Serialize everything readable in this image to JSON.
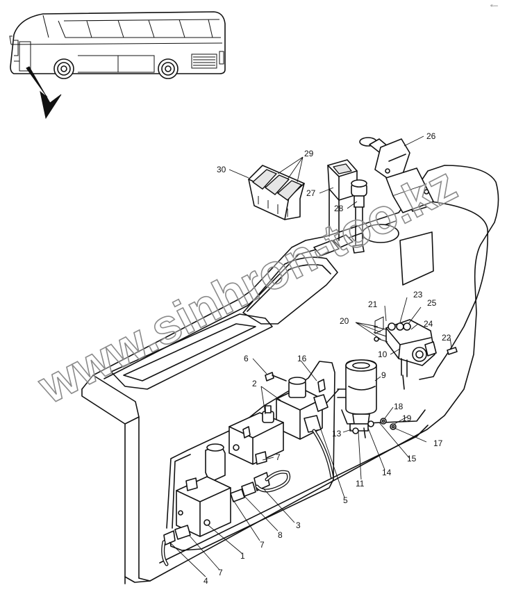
{
  "diagram": {
    "corner_mark": "«—",
    "watermark": "www.sinhron-too.kz",
    "callouts": [
      {
        "id": "c1",
        "label": "1"
      },
      {
        "id": "c2",
        "label": "2"
      },
      {
        "id": "c3",
        "label": "3"
      },
      {
        "id": "c4",
        "label": "4"
      },
      {
        "id": "c5",
        "label": "5"
      },
      {
        "id": "c6",
        "label": "6"
      },
      {
        "id": "c7a",
        "label": "7"
      },
      {
        "id": "c7b",
        "label": "7"
      },
      {
        "id": "c7c",
        "label": "7"
      },
      {
        "id": "c8",
        "label": "8"
      },
      {
        "id": "c9",
        "label": "9"
      },
      {
        "id": "c10",
        "label": "10"
      },
      {
        "id": "c11",
        "label": "11"
      },
      {
        "id": "c13",
        "label": "13"
      },
      {
        "id": "c14",
        "label": "14"
      },
      {
        "id": "c15",
        "label": "15"
      },
      {
        "id": "c16",
        "label": "16"
      },
      {
        "id": "c17",
        "label": "17"
      },
      {
        "id": "c18",
        "label": "18"
      },
      {
        "id": "c19",
        "label": "19"
      },
      {
        "id": "c20",
        "label": "20"
      },
      {
        "id": "c21",
        "label": "21"
      },
      {
        "id": "c22",
        "label": "22"
      },
      {
        "id": "c23",
        "label": "23"
      },
      {
        "id": "c24",
        "label": "24"
      },
      {
        "id": "c25",
        "label": "25"
      },
      {
        "id": "c26",
        "label": "26"
      },
      {
        "id": "c27",
        "label": "27"
      },
      {
        "id": "c28",
        "label": "28"
      },
      {
        "id": "c29",
        "label": "29"
      },
      {
        "id": "c30",
        "label": "30"
      }
    ]
  }
}
